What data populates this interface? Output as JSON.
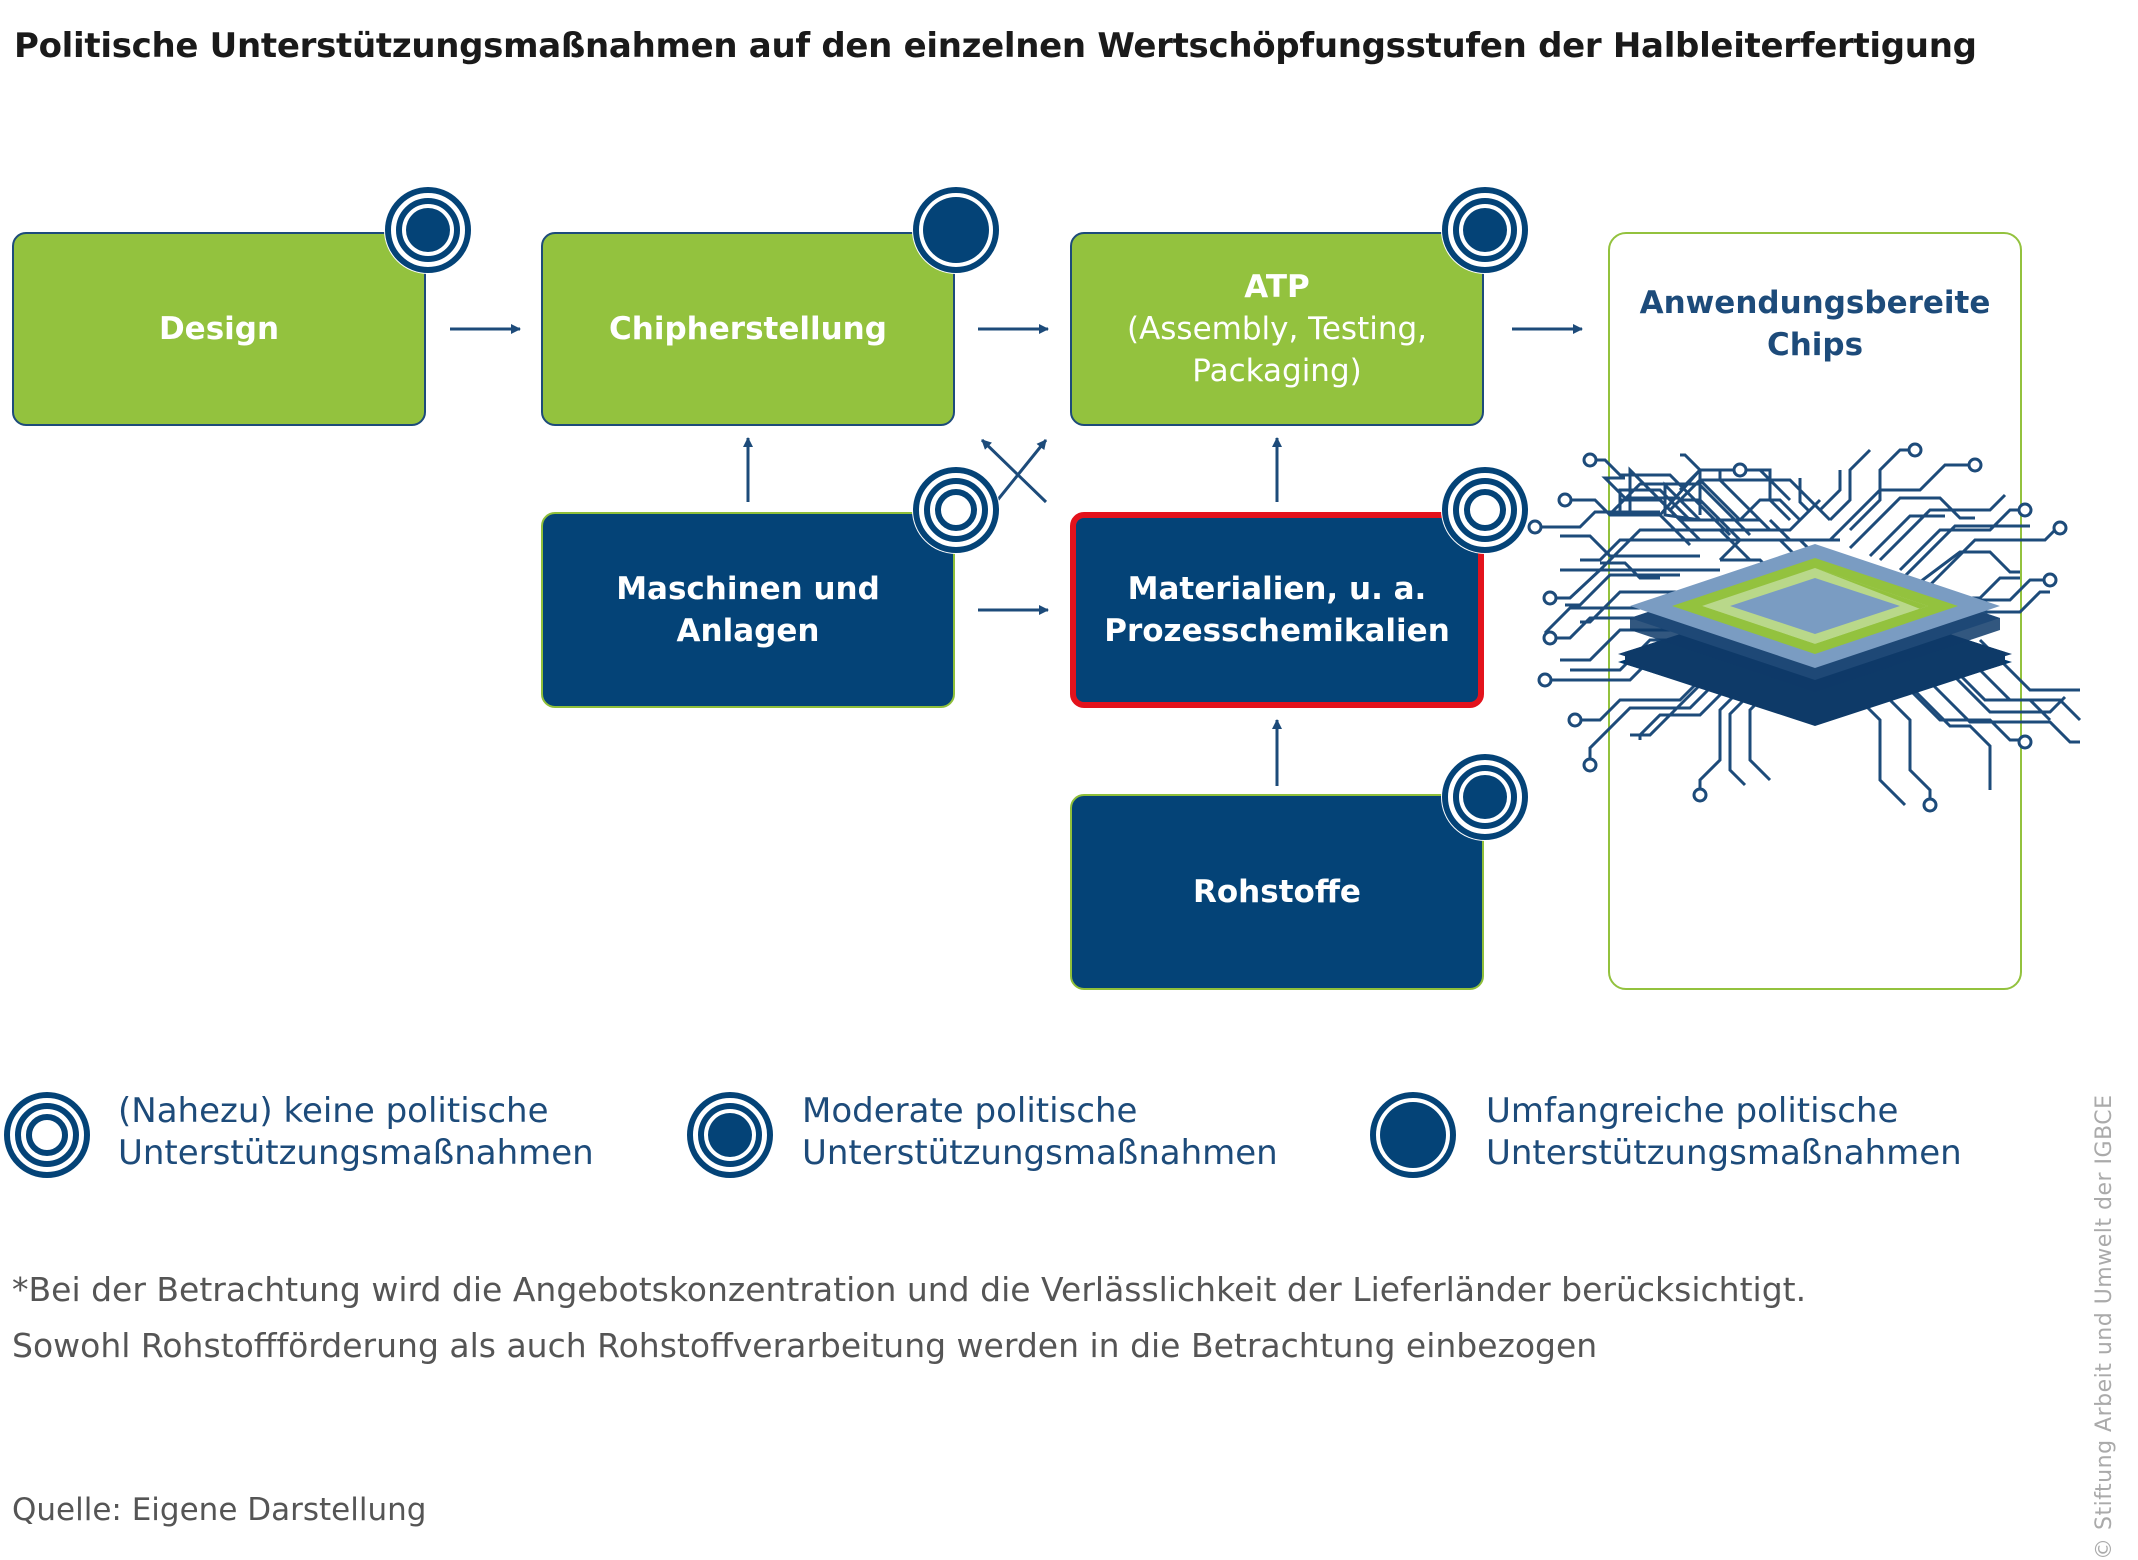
{
  "title": "Politische Unterstützungsmaßnahmen auf den einzelnen Wertschöpfungsstufen der Halbleiterfertigung",
  "nodes": {
    "design": {
      "label": "Design",
      "level": "moderate"
    },
    "chip": {
      "label": "Chipherstellung",
      "level": "umfangreich"
    },
    "atp": {
      "label": "ATP",
      "sub1": "(Assembly, Testing,",
      "sub2": "Packaging)",
      "level": "moderate"
    },
    "chips": {
      "line1": "Anwendungsbereite",
      "line2": "Chips"
    },
    "maschinen": {
      "line1": "Maschinen und",
      "line2": "Anlagen",
      "level": "keine"
    },
    "materialien": {
      "line1": "Materialien, u. a.",
      "line2": "Prozesschemikalien",
      "level": "keine"
    },
    "rohstoffe": {
      "label": "Rohstoffe",
      "level": "moderate"
    }
  },
  "legend": [
    {
      "level": "keine",
      "line1": "(Nahezu) keine politische",
      "line2": "Unterstützungsmaßnahmen"
    },
    {
      "level": "moderate",
      "line1": "Moderate politische",
      "line2": "Unterstützungsmaßnahmen"
    },
    {
      "level": "umfangreich",
      "line1": "Umfangreiche politische",
      "line2": "Unterstützungsmaßnahmen"
    }
  ],
  "footnote": {
    "line1": "*Bei der Betrachtung wird die Angebotskonzentration und die Verlässlichkeit der Lieferländer berücksichtigt.",
    "line2": "Sowohl Rohstoffförderung als auch Rohstoffverarbeitung werden in die Betrachtung einbezogen"
  },
  "source": "Quelle: Eigene Darstellung",
  "copyright": "© Stiftung Arbeit und Umwelt der IGBCE",
  "colors": {
    "green": "#93c23e",
    "navy": "#044377",
    "highlight_red": "#e3121c",
    "chip_body": "#7a9cc2",
    "chip_base": "#003a70"
  }
}
